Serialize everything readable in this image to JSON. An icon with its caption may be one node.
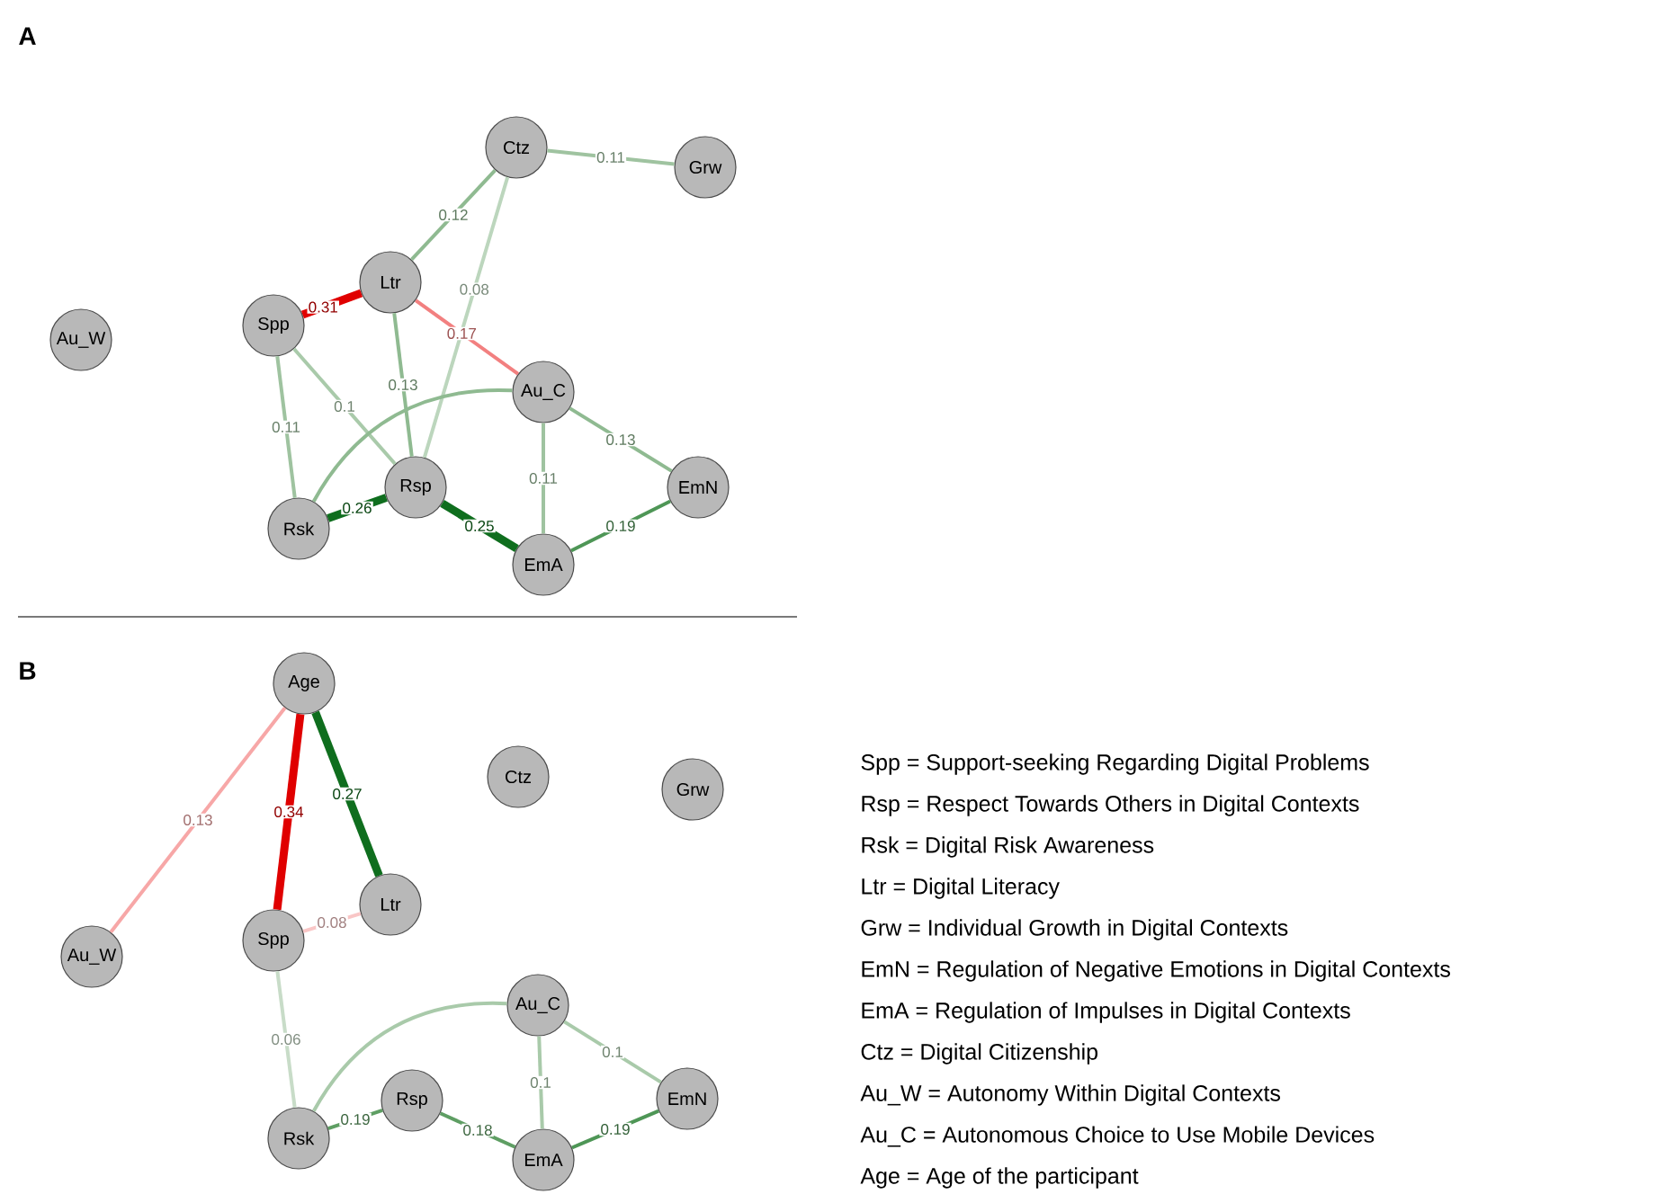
{
  "diagram": {
    "nodes": [
      {
        "text": [
          "Ctz"
        ]
      },
      {
        "text": [
          "Grw"
        ]
      },
      {
        "text": [
          "Ltr"
        ]
      },
      {
        "text": [
          "Spp"
        ]
      },
      {
        "text": [
          "Au_W"
        ]
      },
      {
        "text": [
          "Au_C"
        ]
      },
      {
        "text": [
          "Rsp"
        ]
      },
      {
        "text": [
          "Rsk"
        ]
      },
      {
        "text": [
          "EmN"
        ]
      },
      {
        "text": [
          "EmA"
        ]
      },
      {
        "text": [
          "Age"
        ]
      },
      {
        "text": [
          "Ctz"
        ]
      },
      {
        "text": [
          "Grw"
        ]
      },
      {
        "text": [
          "Ltr"
        ]
      },
      {
        "text": [
          "Spp"
        ]
      },
      {
        "text": [
          "Au_W"
        ]
      },
      {
        "text": [
          "Au_C"
        ]
      },
      {
        "text": [
          "Rsp"
        ]
      },
      {
        "text": [
          "EmN"
        ]
      },
      {
        "text": [
          "Rsk"
        ]
      },
      {
        "text": [
          "EmA"
        ]
      }
    ],
    "edges": [
      {
        "from": 0,
        "to": 1,
        "arrow": "none",
        "label": "0.11",
        "color": "#9fc3a0"
      },
      {
        "from": 2,
        "to": 0,
        "arrow": "none",
        "label": "0.12",
        "color": "#8fba91"
      },
      {
        "from": 3,
        "to": 2,
        "arrow": "none",
        "label": "0.31",
        "style": "thick",
        "color": "#e00000"
      },
      {
        "from": 2,
        "to": 5,
        "arrow": "none",
        "label": "0.17",
        "color": "#f28080"
      },
      {
        "from": 0,
        "to": 6,
        "arrow": "none",
        "label": "0.08",
        "color": "#bcd6bd"
      },
      {
        "from": 3,
        "to": 7,
        "arrow": "none",
        "label": "0.11",
        "color": "#9fc3a0"
      },
      {
        "from": 3,
        "to": 6,
        "arrow": "none",
        "label": "0.1",
        "color": "#a9caaa"
      },
      {
        "from": 2,
        "to": 6,
        "arrow": "none",
        "label": "0.13",
        "color": "#8fba91"
      },
      {
        "from": 5,
        "to": 7,
        "arrow": "none",
        "color": "#8fba91"
      },
      {
        "from": 7,
        "to": 6,
        "arrow": "none",
        "label": "0.26",
        "style": "thick",
        "color": "#0f6e1e"
      },
      {
        "from": 6,
        "to": 9,
        "arrow": "none",
        "label": "0.25",
        "style": "thick",
        "color": "#0f6e1e"
      },
      {
        "from": 5,
        "to": 9,
        "arrow": "none",
        "label": "0.11",
        "color": "#9fc3a0"
      },
      {
        "from": 5,
        "to": 8,
        "arrow": "none",
        "label": "0.13",
        "color": "#8fba91"
      },
      {
        "from": 9,
        "to": 8,
        "arrow": "none",
        "label": "0.19",
        "color": "#4e9656"
      },
      {
        "from": 10,
        "to": 15,
        "arrow": "none",
        "label": "0.13",
        "color": "#f7a7a7"
      },
      {
        "from": 10,
        "to": 14,
        "arrow": "none",
        "label": "0.34",
        "style": "thick",
        "color": "#e00000"
      },
      {
        "from": 10,
        "to": 13,
        "arrow": "none",
        "label": "0.27",
        "style": "thick",
        "color": "#0f6e1e"
      },
      {
        "from": 14,
        "to": 13,
        "arrow": "none",
        "label": "0.08",
        "color": "#f9c6c6"
      },
      {
        "from": 14,
        "to": 19,
        "arrow": "none",
        "label": "0.06",
        "color": "#c8dcc8"
      },
      {
        "from": 16,
        "to": 19,
        "arrow": "none",
        "color": "#a9caaa"
      },
      {
        "from": 19,
        "to": 17,
        "arrow": "none",
        "label": "0.19",
        "color": "#5e9e63"
      },
      {
        "from": 17,
        "to": 20,
        "arrow": "none",
        "label": "0.18",
        "color": "#5e9e63"
      },
      {
        "from": 16,
        "to": 20,
        "arrow": "none",
        "label": "0.1",
        "color": "#a9caaa"
      },
      {
        "from": 16,
        "to": 18,
        "arrow": "none",
        "label": "0.1",
        "color": "#a9caaa"
      },
      {
        "from": 20,
        "to": 18,
        "arrow": "none",
        "label": "0.19",
        "color": "#4e9656"
      }
    ],
    "labels": [
      "A",
      "B",
      "Spp = Support-seeking Regarding Digital Problems",
      "Rsp = Respect Towards Others in Digital Contexts",
      "Rsk = Digital Risk Awareness",
      "Ltr = Digital Literacy",
      "Grw = Individual Growth in Digital Contexts",
      "EmN = Regulation of Negative Emotions in Digital Contexts",
      "EmA = Regulation of Impulses in Digital Contexts",
      "Ctz = Digital Citizenship",
      "Au_W = Autonomy Within Digital Contexts",
      "Au_C = Autonomous Choice to Use Mobile Devices",
      "Age = Age of the participant"
    ]
  }
}
